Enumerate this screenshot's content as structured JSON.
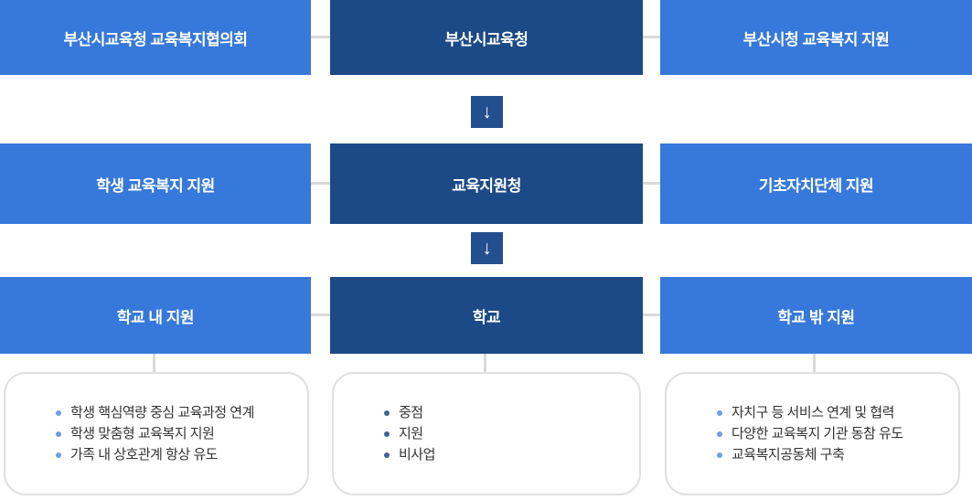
{
  "colors": {
    "light_blue": "#3779db",
    "dark_blue": "#1c4a87",
    "arrow_blue": "#234f8e",
    "connector_gray": "#d9d9d9",
    "card_border": "#e0e0e0",
    "bullet_light": "#6f9de8",
    "bullet_dark": "#3d6399",
    "text_white": "#ffffff",
    "text_dark": "#333333"
  },
  "diagram": {
    "arrow_glyph": "↓",
    "rows": [
      {
        "left": {
          "label": "부산시교육청 교육복지협의회"
        },
        "center": {
          "label": "부산시교육청"
        },
        "right": {
          "label": "부산시청 교육복지 지원"
        }
      },
      {
        "left": {
          "label": "학생 교육복지 지원"
        },
        "center": {
          "label": "교육지원청"
        },
        "right": {
          "label": "기초자치단체 지원"
        }
      },
      {
        "left": {
          "label": "학교 내 지원"
        },
        "center": {
          "label": "학교"
        },
        "right": {
          "label": "학교 밖 지원"
        }
      }
    ],
    "cards": [
      {
        "items": [
          "학생 핵심역량 중심 교육과정 연계",
          "학생 맞춤형 교육복지 지원",
          "가족 내 상호관계 항상 유도"
        ]
      },
      {
        "items": [
          "중점",
          "지원",
          "비사업"
        ]
      },
      {
        "items": [
          "자치구 등 서비스 연계 및 협력",
          "다양한 교육복지 기관 동참 유도",
          "교육복지공동체 구축"
        ]
      }
    ]
  }
}
